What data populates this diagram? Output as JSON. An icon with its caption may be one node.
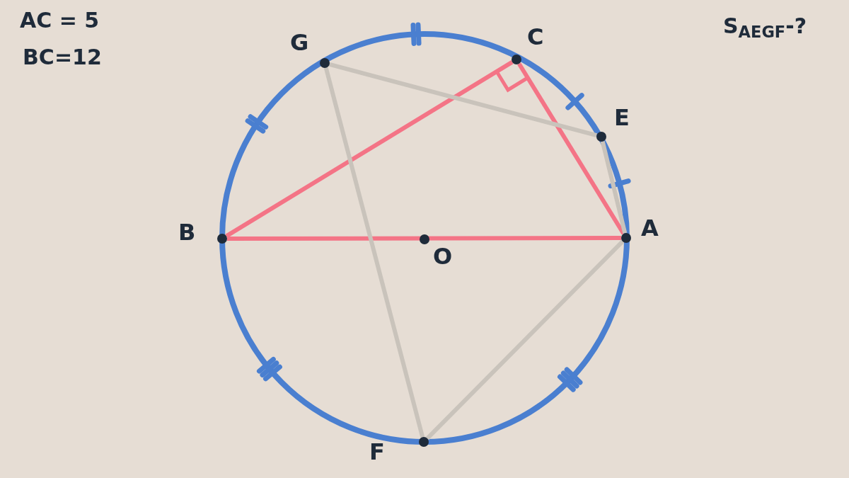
{
  "diagram": {
    "nodes": [
      {
        "text": [],
        "shape": "circle",
        "beside": [
          "G"
        ]
      },
      {
        "text": [],
        "shape": "circle",
        "beside": [
          "C"
        ]
      },
      {
        "text": [],
        "shape": "circle",
        "beside": [
          "E"
        ]
      },
      {
        "text": [],
        "shape": "circle",
        "beside": [
          "B"
        ]
      },
      {
        "text": [],
        "shape": "circle",
        "beside": [
          "O"
        ]
      },
      {
        "text": [],
        "shape": "circle",
        "beside": [
          "A"
        ]
      },
      {
        "text": [],
        "shape": "circle",
        "beside": [
          "F"
        ]
      }
    ],
    "edges": [
      {
        "from": 3,
        "to": 1,
        "arrow": "none",
        "color": "#f47486"
      },
      {
        "from": 1,
        "to": 5,
        "arrow": "none",
        "color": "#f47486"
      },
      {
        "from": 3,
        "to": 5,
        "arrow": "none",
        "color": "#f47486"
      },
      {
        "from": 0,
        "to": 2,
        "arrow": "none"
      },
      {
        "from": 0,
        "to": 6,
        "arrow": "none"
      },
      {
        "from": 2,
        "to": 5,
        "arrow": "none"
      },
      {
        "from": 6,
        "to": 5,
        "arrow": "none"
      }
    ],
    "labels": [
      "AC = 5",
      "BC=12",
      "S$_{AEGF}$-?"
    ]
  }
}
